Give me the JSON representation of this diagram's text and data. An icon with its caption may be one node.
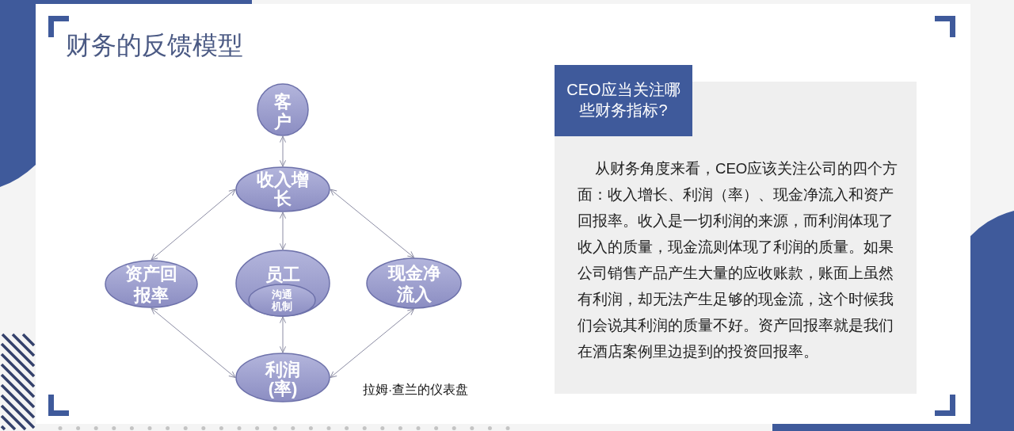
{
  "diagram": {
    "title": "财务的反馈模型",
    "caption": "拉姆·查兰的仪表盘",
    "nodes": [
      {
        "text": [
          "客户"
        ]
      },
      {
        "text": [
          "收入增长"
        ]
      },
      {
        "text": [
          "资产回报率"
        ]
      },
      {
        "text": [
          "员工"
        ]
      },
      {
        "text": [
          "沟通机制"
        ],
        "in": 3
      },
      {
        "text": [
          "现金净流入"
        ]
      },
      {
        "text": [
          "利润(率)"
        ]
      },
      {
        "text": [
          "CEO应当关注哪些财务指标?"
        ]
      },
      {
        "text": [
          "从财务角度来看，CEO应该关注公司的四个方面：收入增长、利润（率）、现金净流入和资产回报率。收入是一切利润的来源，而利润体现了收入的质量，现金流则体现了利润的质量。如果公司销售产品产生大量的应收账款，账面上虽然有利润，却无法产生足够的现金流，这个时候我们会说其利润的质量不好。资产回报率就是我们在酒店案例里边提到的投资回报率。"
        ]
      }
    ],
    "edges": [
      {
        "from": 0,
        "to": 1,
        "arrow": "both"
      },
      {
        "from": 1,
        "to": 2,
        "arrow": "both"
      },
      {
        "from": 1,
        "to": 5,
        "arrow": "both"
      },
      {
        "from": 1,
        "to": 3,
        "arrow": "both"
      },
      {
        "from": 2,
        "to": 6,
        "arrow": "both"
      },
      {
        "from": 3,
        "to": 6,
        "arrow": "both"
      },
      {
        "from": 5,
        "to": 6,
        "arrow": "both"
      }
    ]
  }
}
